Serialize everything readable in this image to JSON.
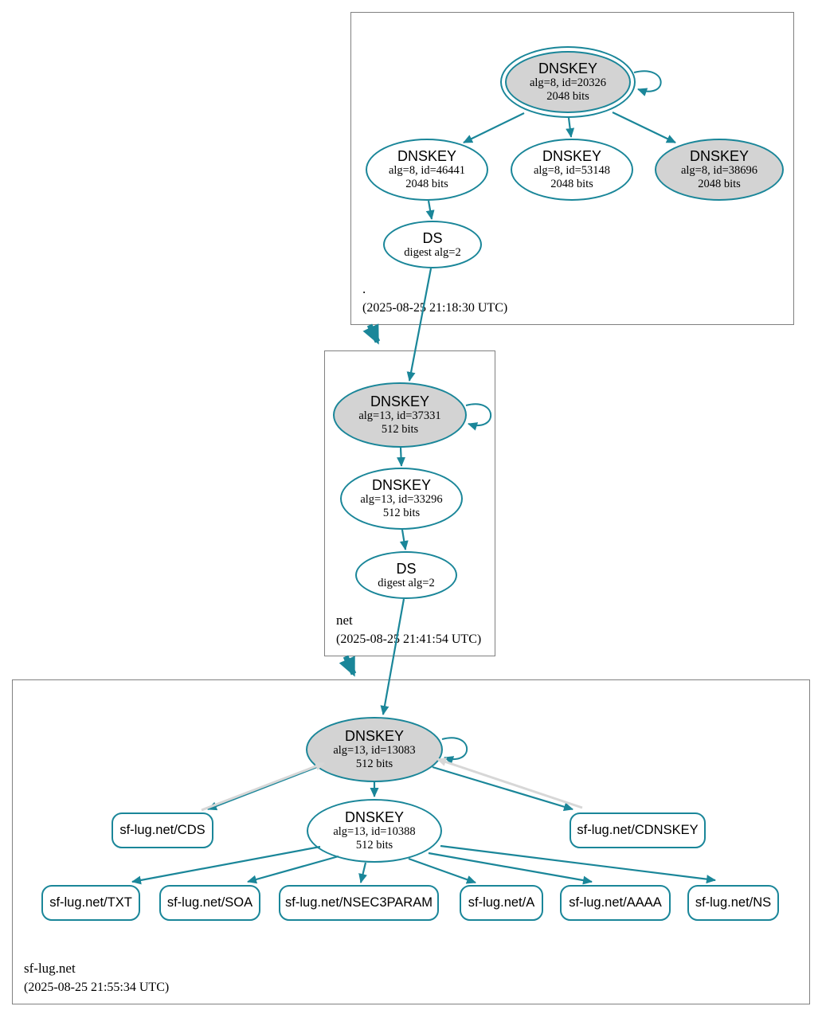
{
  "palette": {
    "teal": "#1a8699",
    "node_fill_gray": "#d3d3d3",
    "edge_gray": "#d7d7d7",
    "box_border": "#808080"
  },
  "zones": {
    "root": {
      "name": ".",
      "timestamp": "(2025-08-25 21:18:30 UTC)"
    },
    "net": {
      "name": "net",
      "timestamp": "(2025-08-25 21:41:54 UTC)"
    },
    "sflug": {
      "name": "sf-lug.net",
      "timestamp": "(2025-08-25 21:55:34 UTC)"
    }
  },
  "nodes": {
    "root_ksk": {
      "type": "DNSKEY",
      "detail": "alg=8, id=20326",
      "bits": "2048 bits"
    },
    "root_zsk1": {
      "type": "DNSKEY",
      "detail": "alg=8, id=46441",
      "bits": "2048 bits"
    },
    "root_zsk2": {
      "type": "DNSKEY",
      "detail": "alg=8, id=53148",
      "bits": "2048 bits"
    },
    "root_key3": {
      "type": "DNSKEY",
      "detail": "alg=8, id=38696",
      "bits": "2048 bits"
    },
    "root_ds": {
      "type": "DS",
      "detail": "digest alg=2"
    },
    "net_ksk": {
      "type": "DNSKEY",
      "detail": "alg=13, id=37331",
      "bits": "512 bits"
    },
    "net_zsk": {
      "type": "DNSKEY",
      "detail": "alg=13, id=33296",
      "bits": "512 bits"
    },
    "net_ds": {
      "type": "DS",
      "detail": "digest alg=2"
    },
    "sflug_ksk": {
      "type": "DNSKEY",
      "detail": "alg=13, id=13083",
      "bits": "512 bits"
    },
    "sflug_zsk": {
      "type": "DNSKEY",
      "detail": "alg=13, id=10388",
      "bits": "512 bits"
    }
  },
  "records": {
    "cds": "sf-lug.net/CDS",
    "cdnskey": "sf-lug.net/CDNSKEY",
    "txt": "sf-lug.net/TXT",
    "soa": "sf-lug.net/SOA",
    "nsec3param": "sf-lug.net/NSEC3PARAM",
    "a": "sf-lug.net/A",
    "aaaa": "sf-lug.net/AAAA",
    "ns": "sf-lug.net/NS"
  }
}
